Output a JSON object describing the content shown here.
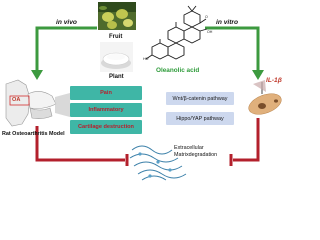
{
  "labels": {
    "in_vivo": "in vivo",
    "in_vitro": "in vitro",
    "fruit": "Fruit",
    "plant": "Plant",
    "compound": "Oleanolic acid",
    "model": "Rat Osteoarthritis Model",
    "oa": "OA",
    "il": "IL-1β",
    "outcome_line1": "Extracellular",
    "outcome_line2": "Matrixdegradation"
  },
  "effects": [
    "Pain",
    "Inflammatory",
    "Cartilage destruction"
  ],
  "pathways": [
    "Wnt/β-catenin pathway",
    "Hippo/YAP pathway"
  ],
  "colors": {
    "green_arrow": "#3c9a3f",
    "red_arrow": "#b3202c",
    "effect_box": "#3fb6a6",
    "effect_text": "#b7202e",
    "pathway_box": "#cdd8ee",
    "compound_text": "#2e9b3a"
  }
}
